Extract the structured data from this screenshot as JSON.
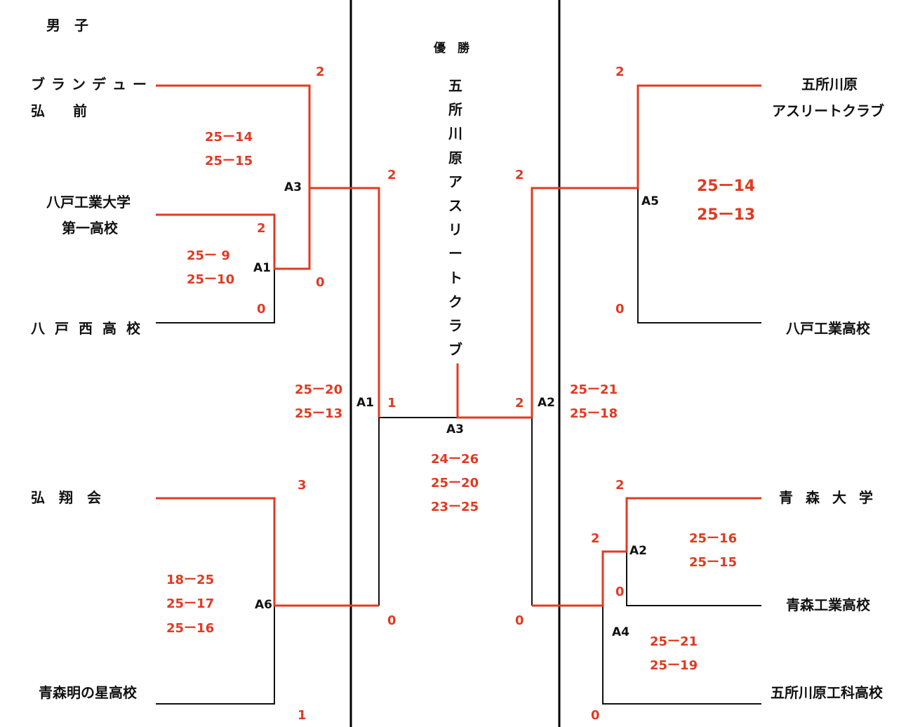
{
  "header": {
    "category": "男　子",
    "champion_label": "優　勝",
    "champion": "五所川原アスリートクラブ"
  },
  "teams": {
    "brandew_1": "ブランデュー",
    "brandew_2": "弘　　前",
    "hachinohe_kodai_1": "八戸工業大学",
    "hachinohe_kodai_2": "第一高校",
    "hachinohe_nishi": "八戸西高校",
    "koshokai": "弘　翔　会",
    "aomori_akenohoshi": "青森明の星高校",
    "goshogawara_ac_1": "五所川原",
    "goshogawara_ac_2": "アスリートクラブ",
    "hachinohe_kogyo": "八戸工業高校",
    "aomori_daigaku": "青森大学",
    "aomori_kogyo": "青森工業高校",
    "goshogawara_koka": "五所川原工科高校"
  },
  "matches": {
    "left_a1": {
      "label": "A1",
      "score_top": "2",
      "score_bottom": "0",
      "sets": [
        "25ー 9",
        "25ー10"
      ]
    },
    "left_a3": {
      "label": "A3",
      "score_top": "2",
      "score_bottom": "0",
      "sets": [
        "25ー14",
        "25ー15"
      ]
    },
    "left_a6": {
      "label": "A6",
      "score_top": "3",
      "score_bottom": "1",
      "sets": [
        "18ー25",
        "25ー17",
        "25ー16"
      ]
    },
    "left_semi": {
      "label": "A1",
      "score_top": "2",
      "score_bottom": "0",
      "sets": [
        "25ー20",
        "25ー13"
      ]
    },
    "right_a5": {
      "label": "A5",
      "score_top": "2",
      "score_bottom": "0",
      "sets": [
        "25ー14",
        "25ー13"
      ]
    },
    "right_a2": {
      "label": "A2",
      "score_top": "2",
      "score_bottom": "0",
      "sets": [
        "25ー16",
        "25ー15"
      ]
    },
    "right_a4": {
      "label": "A4",
      "score_top": "2",
      "score_bottom": "0",
      "sets": [
        "25ー21",
        "25ー19"
      ]
    },
    "right_semi": {
      "label": "A2",
      "score_top": "2",
      "score_bottom": "0",
      "sets": [
        "25ー21",
        "25ー18"
      ]
    },
    "final": {
      "label": "A3",
      "score_left": "1",
      "score_right": "2",
      "sets": [
        "24ー26",
        "25ー20",
        "23ー25"
      ]
    }
  },
  "colors": {
    "winner_line": "#e03a22",
    "line": "#111111",
    "divider": "#000000"
  }
}
